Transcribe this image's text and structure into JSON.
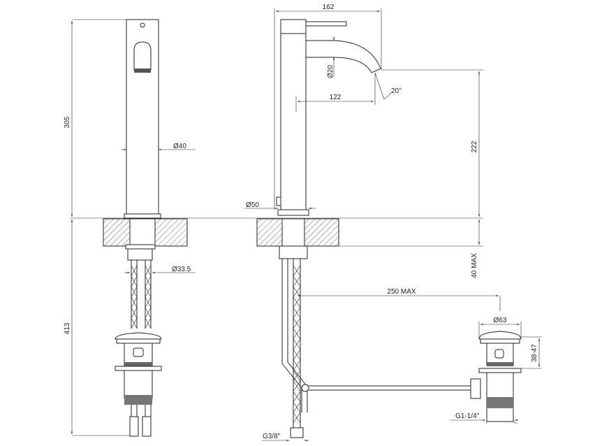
{
  "dimensions": {
    "total_width": "162",
    "spout_diameter": "Ø20",
    "spout_angle": "20°",
    "spout_reach": "122",
    "spout_height": "222",
    "body_diameter": "Ø40",
    "body_height": "305",
    "base_diameter": "Ø50",
    "max_deck_thickness": "40 MAX",
    "shank_diameter": "Ø33.5",
    "max_drain_distance": "250 MAX",
    "drain_cap_diameter": "Ø63",
    "drain_range": "38-47",
    "lower_height": "413",
    "drain_thread": "G1-1/4\"",
    "hose_thread": "G3/8\""
  }
}
